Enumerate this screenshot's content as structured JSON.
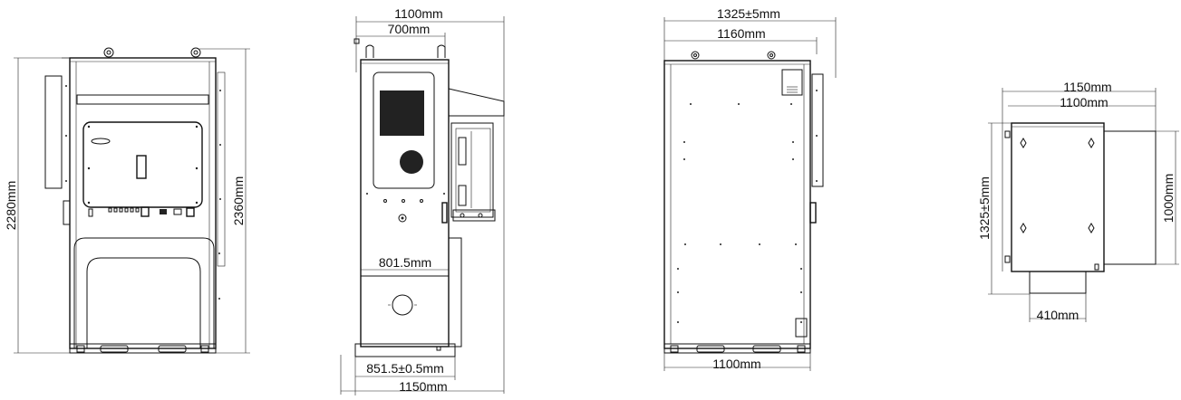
{
  "front_view": {
    "height_left": "2280mm",
    "height_right": "2360mm"
  },
  "side_view": {
    "overall_depth": "1100mm",
    "lift_eye_depth": "700mm",
    "base_depth": "801.5mm",
    "foot_depth": "851.5±0.5mm",
    "bottom_depth": "1150mm"
  },
  "rear_view": {
    "overall_width": "1325±5mm",
    "lift_eye_width": "1160mm",
    "base_width": "1100mm"
  },
  "top_view": {
    "overall_width": "1150mm",
    "body_width": "1100mm",
    "depth_left": "1325±5mm",
    "depth_right": "1000mm",
    "stand_width": "410mm"
  }
}
